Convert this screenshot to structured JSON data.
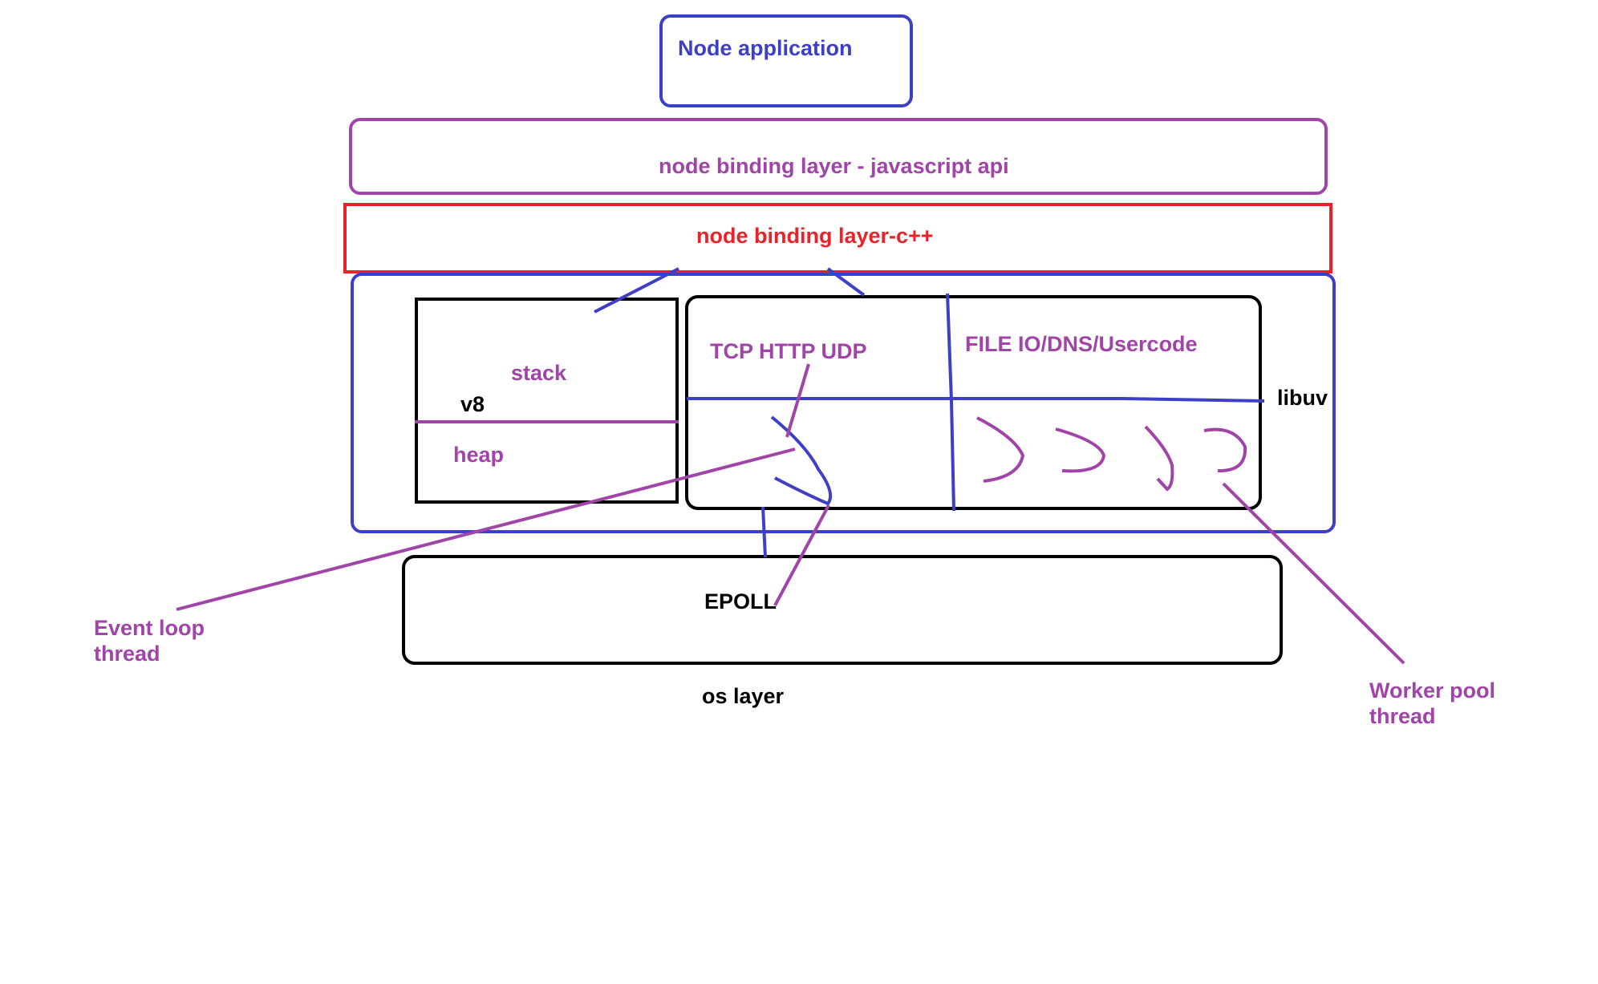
{
  "colors": {
    "blue": "#3d40c6",
    "purple": "#a044a8",
    "red": "#e8232a",
    "black": "#000000"
  },
  "labels": {
    "node_application": "Node application",
    "js_api_layer": "node binding layer - javascript api",
    "cpp_layer": "node binding layer-c++",
    "stack": "stack",
    "v8": "v8",
    "heap": "heap",
    "network": "TCP HTTP UDP",
    "file_io": "FILE IO/DNS/Usercode",
    "libuv": "libuv",
    "epoll": "EPOLL",
    "os_layer": "os layer",
    "event_loop": [
      "Event loop",
      "thread"
    ],
    "worker_pool": [
      "Worker pool",
      "thread"
    ]
  }
}
